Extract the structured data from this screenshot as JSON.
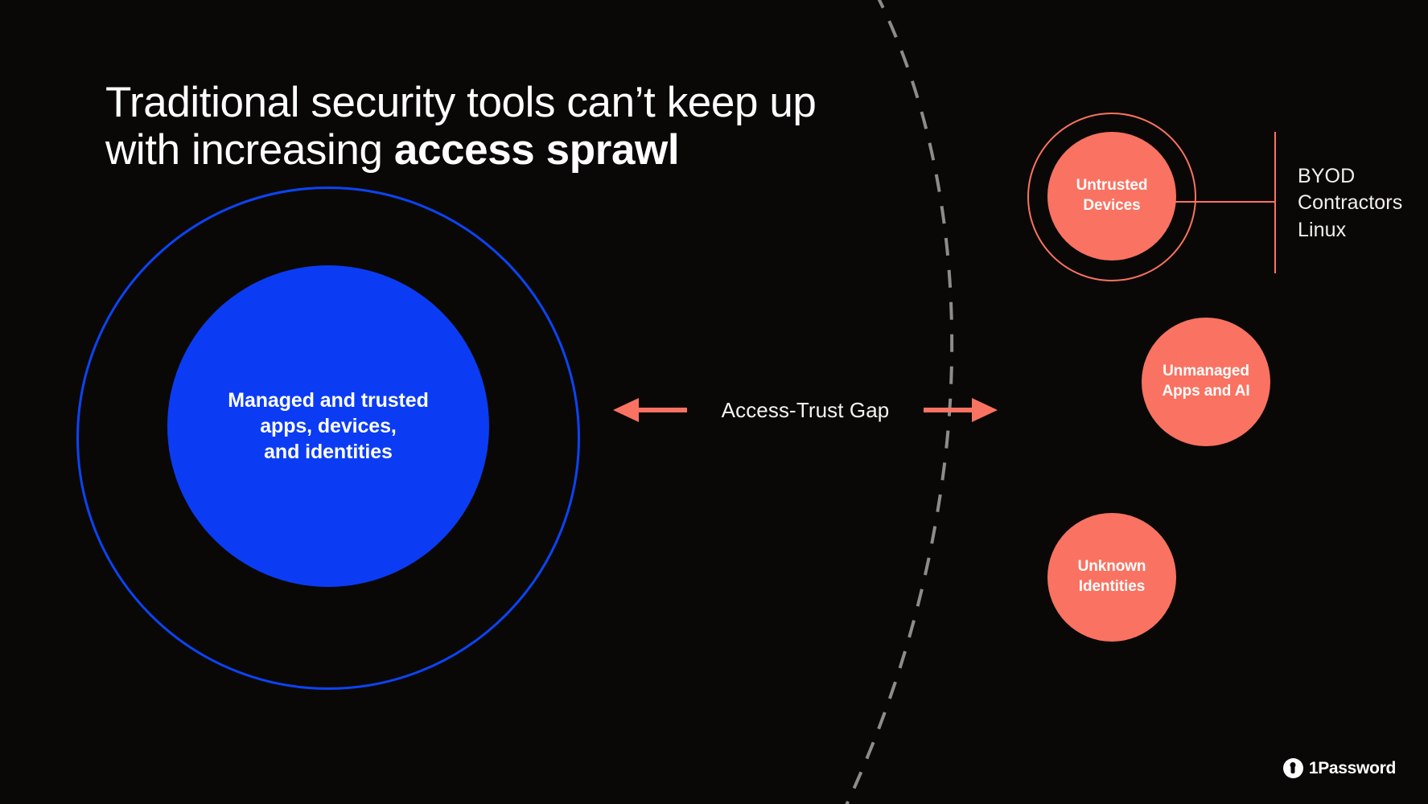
{
  "slide": {
    "background_color": "#0a0806",
    "headline_lead": "Traditional security tools can’t keep up with increasing ",
    "headline_emphasis": "access sprawl"
  },
  "trusted_zone": {
    "ring_color": "#0b44f5",
    "core_color": "#0b3cf4",
    "core_label": "Managed and trusted\napps, devices,\nand identities"
  },
  "gap": {
    "label": "Access-Trust Gap",
    "arrow_color": "#fa7261",
    "left_arrow_icon": "arrow-left-icon",
    "right_arrow_icon": "arrow-right-icon",
    "divider_icon": "dashed-boundary-curve",
    "divider_color": "#8c8c8c"
  },
  "untrusted_zone": {
    "bubble_color": "#fa7261",
    "bubbles": [
      {
        "id": "untrusted-devices",
        "label": "Untrusted\nDevices",
        "has_outline_ring": true
      },
      {
        "id": "unmanaged-apps",
        "label": "Unmanaged\nApps and AI",
        "has_outline_ring": false
      },
      {
        "id": "unknown-identities",
        "label": "Unknown\nIdentities",
        "has_outline_ring": false
      }
    ],
    "callout": {
      "text": "BYOD\nContractors\nLinux",
      "line_color": "#fa7261"
    }
  },
  "brand": {
    "name": "1Password",
    "mark_icon": "1password-keyhole-icon"
  }
}
